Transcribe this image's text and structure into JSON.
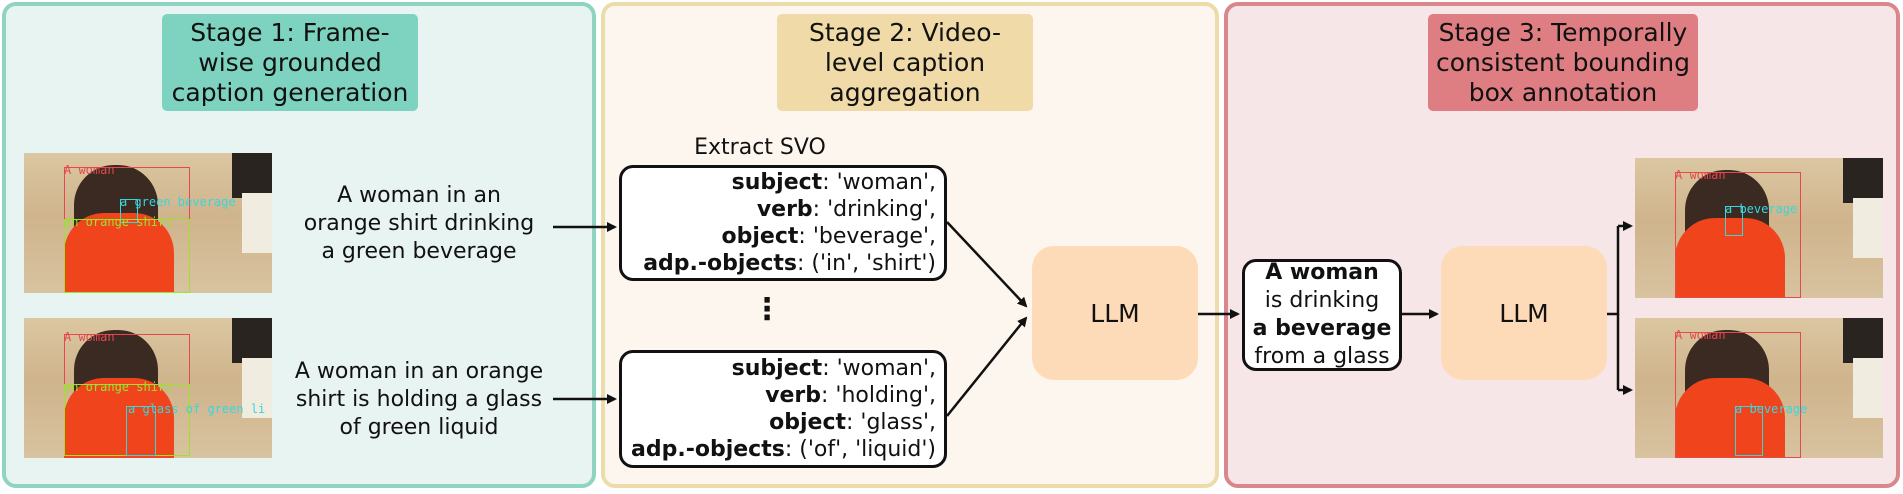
{
  "stages": {
    "stage1": [
      "Stage 1: Frame-",
      "wise grounded",
      "caption generation"
    ],
    "stage2": [
      "Stage 2: Video-",
      "level caption",
      "aggregation"
    ],
    "stage3": [
      "Stage 3: Temporally",
      "consistent bounding",
      "box annotation"
    ]
  },
  "captions": {
    "caption1": [
      "A woman in an",
      "orange shirt drinking",
      "a green beverage"
    ],
    "caption2": [
      "A woman in an orange",
      "shirt is holding a glass",
      "of green liquid"
    ]
  },
  "extract_label": "Extract SVO",
  "ellipsis": "⋮",
  "svo1": {
    "subject_key": "subject",
    "subject_val": ": 'woman',",
    "verb_key": "verb",
    "verb_val": ": 'drinking',",
    "object_key": "object",
    "object_val": ": 'beverage',",
    "adp_key": "adp.-objects",
    "adp_val": ": ('in', 'shirt')"
  },
  "svo2": {
    "subject_key": "subject",
    "subject_val": ": 'woman',",
    "verb_key": "verb",
    "verb_val": ": 'holding',",
    "object_key": "object",
    "object_val": ": 'glass',",
    "adp_key": "adp.-objects",
    "adp_val": ": ('of', 'liquid')"
  },
  "llm_label": "LLM",
  "final_caption": {
    "line1": "A woman",
    "line2": "is drinking",
    "line3": "a beverage",
    "line4": "from a glass"
  },
  "frame_labels": {
    "f1_woman": "A woman",
    "f1_beverage": "a green beverage",
    "f1_shirt": "an orange shirt",
    "f2_woman": "A woman",
    "f2_shirt": "an orange shirt",
    "f2_glass": "a glass of green li",
    "f3_woman": "A woman",
    "f3_beverage": "a beverage",
    "f4_woman": "A woman",
    "f4_beverage": "a beverage"
  },
  "colors": {
    "red_box": "#e5484d",
    "green_box": "#9be22d",
    "cyan_box": "#37d6de"
  }
}
